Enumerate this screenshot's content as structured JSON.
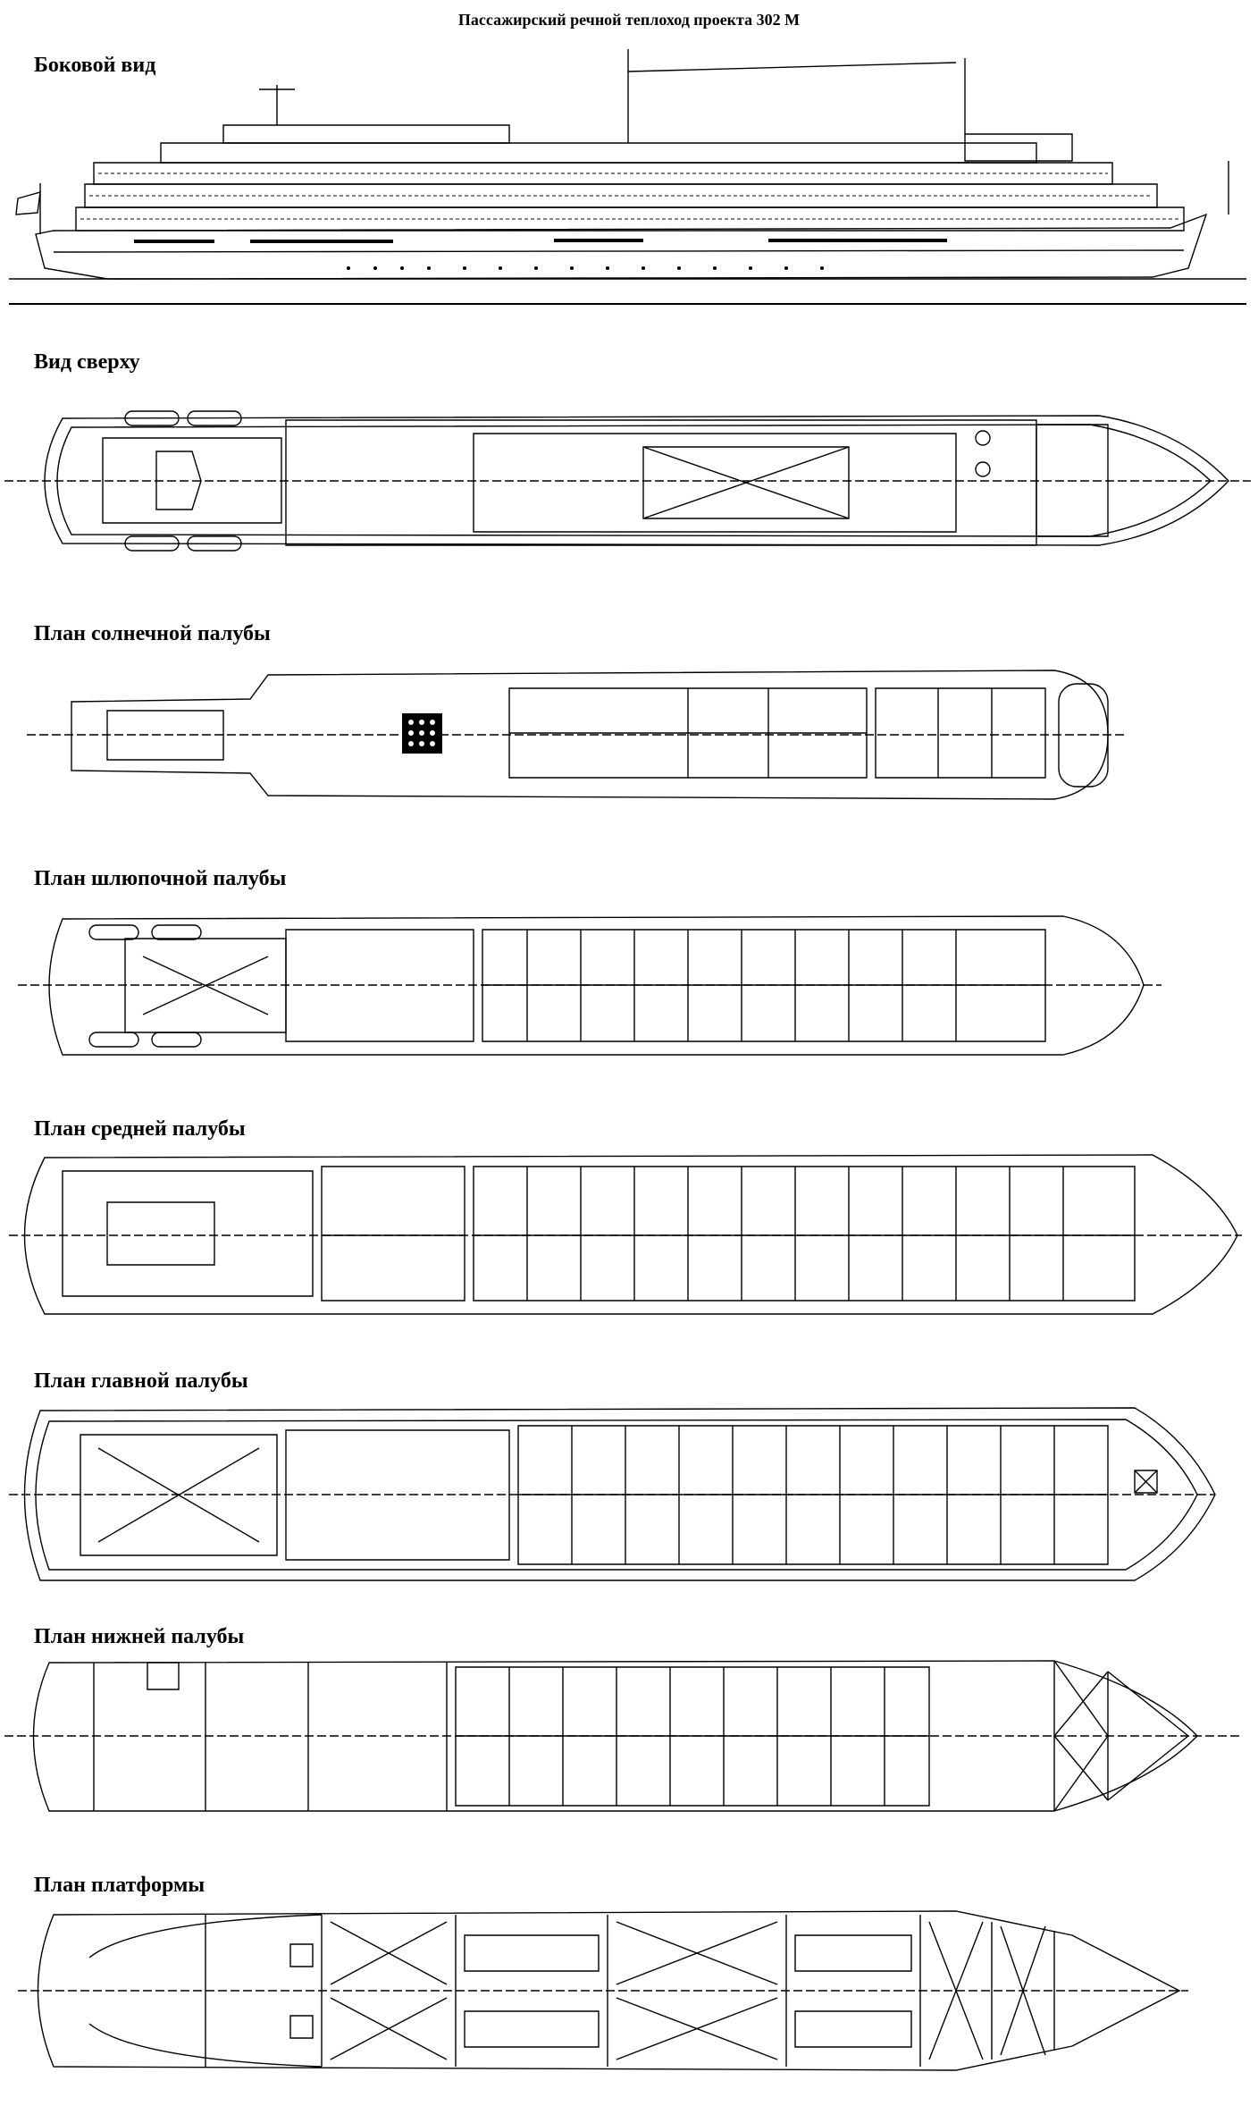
{
  "title": "Пассажирский речной теплоход проекта 302 М",
  "views": [
    {
      "id": "side",
      "label": "Боковой вид"
    },
    {
      "id": "top",
      "label": "Вид сверху"
    },
    {
      "id": "sun",
      "label": "План солнечной палубы"
    },
    {
      "id": "boat",
      "label": "План шлюпочной палубы"
    },
    {
      "id": "middle",
      "label": "План средней палубы"
    },
    {
      "id": "main",
      "label": "План главной палубы"
    },
    {
      "id": "lower",
      "label": "План нижней палубы"
    },
    {
      "id": "platform",
      "label": "План платформы"
    }
  ]
}
